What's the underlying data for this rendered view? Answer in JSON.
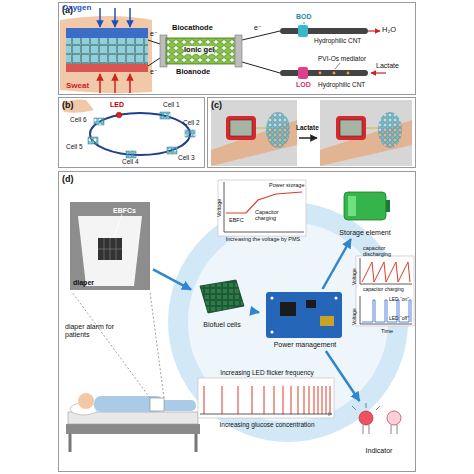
{
  "diagram": {
    "nodes": [
      {
        "text": [
          "(a)"
        ]
      },
      {
        "text": [
          "(b)"
        ]
      },
      {
        "text": [
          "(c)"
        ]
      },
      {
        "text": [
          "(d)"
        ]
      },
      {
        "text": [
          "EBFCs",
          "diaper"
        ],
        "in": 3
      },
      {
        "text": [
          "Biofuel cells"
        ],
        "in": 3
      },
      {
        "text": [
          "Power management"
        ],
        "in": 3
      },
      {
        "text": [
          "Storage element"
        ],
        "in": 3
      },
      {
        "text": [
          "Indicator"
        ],
        "in": 3
      },
      {
        "text": [
          "Voltage",
          "EBFC",
          "Capacitor charging",
          "Power storage",
          "Increasing the voltage by PMS"
        ],
        "in": 3
      },
      {
        "text": [
          "Voltage",
          "capacitor discharging",
          "capacitor charging",
          "Voltage",
          "LED “on”",
          "LED “off”",
          "Time"
        ],
        "in": 3
      },
      {
        "text": [
          "Increasing LED flicker frequency",
          "Increasing glucose concentration"
        ],
        "in": 3
      },
      {
        "text": [
          "diaper alarm for patients"
        ],
        "in": 3
      }
    ],
    "edges": [
      {
        "from": 4,
        "to": 5,
        "arrow": "to"
      },
      {
        "from": 5,
        "to": 6,
        "arrow": "to"
      },
      {
        "from": 6,
        "to": 7,
        "arrow": "to"
      },
      {
        "from": 6,
        "to": 8,
        "arrow": "to"
      }
    ],
    "labels": [
      "Oxygen",
      "Sweat",
      "e⁻",
      "e⁻",
      "e⁻",
      "Biocathode",
      "Ionic gel",
      "Bioanode",
      "BOD",
      "H₂O",
      "Hydrophilic CNT",
      "PVI-Os mediator",
      "LOD",
      "Hydrophilic CNT",
      "Lactate",
      "LED",
      "Cell 1",
      "Cell 2",
      "Cell 3",
      "Cell 4",
      "Cell 5",
      "Cell 6",
      "Lactate"
    ]
  }
}
